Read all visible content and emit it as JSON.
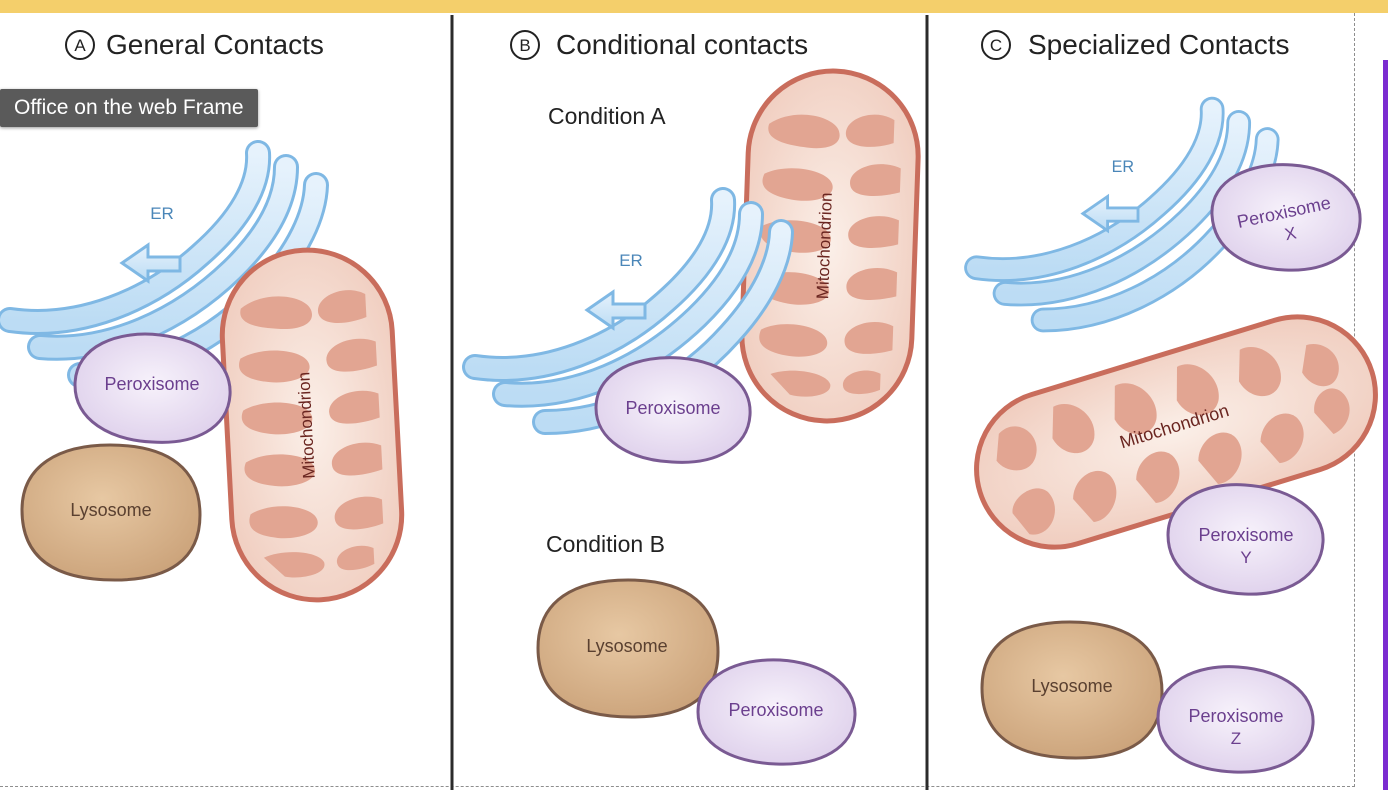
{
  "tooltip": {
    "label": "Office on the web Frame"
  },
  "panels": [
    {
      "letter": "A",
      "title": "General Contacts",
      "er": "ER",
      "peroxisome": "Peroxisome",
      "lysosome": "Lysosome",
      "mitochondrion": "Mitochondrion"
    },
    {
      "letter": "B",
      "title": "Conditional contacts",
      "condition_a": "Condition A",
      "condition_b": "Condition B",
      "er": "ER",
      "mitochondrion": "Mitochondrion",
      "peroxisome_a": "Peroxisome",
      "lysosome": "Lysosome",
      "peroxisome_b": "Peroxisome"
    },
    {
      "letter": "C",
      "title": "Specialized Contacts",
      "er": "ER",
      "peroxisome_x": "Peroxisome",
      "peroxisome_x_suffix": "X",
      "mitochondrion": "Mitochondrion",
      "peroxisome_y": "Peroxisome",
      "peroxisome_y_suffix": "Y",
      "lysosome": "Lysosome",
      "peroxisome_z": "Peroxisome",
      "peroxisome_z_suffix": "Z"
    }
  ],
  "colors": {
    "er_fill": "#cfe6f8",
    "er_stroke": "#7fb8e4",
    "mito_fill": "#f6e2d8",
    "mito_stroke": "#c96d5c",
    "mito_crista": "#e2a592",
    "peroxisome_fill": "#ece3f3",
    "peroxisome_stroke": "#7a5a93",
    "peroxisome_text": "#6b3f8e",
    "lysosome_fill": "#d8b58c",
    "lysosome_stroke": "#7a5a48",
    "lysosome_text": "#5a4030",
    "mito_text": "#6a2520",
    "divider": "#2b2b2b",
    "top_strip": "#f4cf6b"
  }
}
